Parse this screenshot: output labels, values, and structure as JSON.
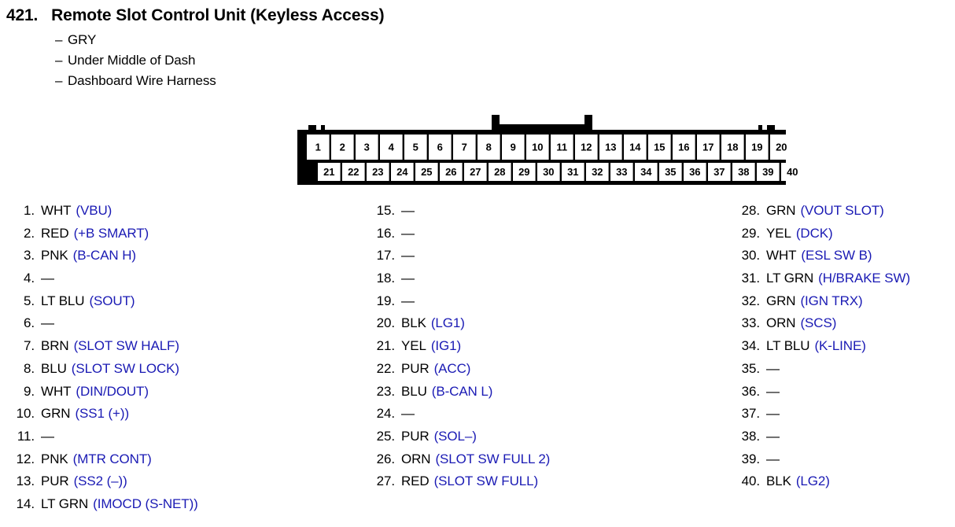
{
  "header": {
    "number": "421.",
    "title": "Remote Slot Control Unit (Keyless Access)",
    "details": [
      {
        "dash": "–",
        "text": "GRY"
      },
      {
        "dash": "–",
        "text": "Under Middle of Dash"
      },
      {
        "dash": "–",
        "text": "Dashboard Wire Harness"
      }
    ]
  },
  "colors": {
    "signal_blue": "#1a1ab4",
    "text_black": "#000000",
    "connector_outline": "#000000",
    "page_background": "#ffffff"
  },
  "connector": {
    "name": "40-pin-connector",
    "total_pins": 40,
    "top_row_pins": [
      "1",
      "2",
      "3",
      "4",
      "5",
      "6",
      "7",
      "8",
      "9",
      "10",
      "11",
      "12",
      "13",
      "14",
      "15",
      "16",
      "17",
      "18",
      "19",
      "20"
    ],
    "bottom_row_pins": [
      "21",
      "22",
      "23",
      "24",
      "25",
      "26",
      "27",
      "28",
      "29",
      "30",
      "31",
      "32",
      "33",
      "34",
      "35",
      "36",
      "37",
      "38",
      "39",
      "40"
    ],
    "latch_label": "locking-tab",
    "latch_span_pins": "9-12"
  },
  "pin_list": {
    "column_1": [
      {
        "index": "1.",
        "wire": "WHT",
        "signal": "(VBU)"
      },
      {
        "index": "2.",
        "wire": "RED",
        "signal": "(+B SMART)"
      },
      {
        "index": "3.",
        "wire": "PNK",
        "signal": "(B-CAN H)"
      },
      {
        "index": "4.",
        "wire": "—",
        "signal": ""
      },
      {
        "index": "5.",
        "wire": "LT BLU",
        "signal": "(SOUT)"
      },
      {
        "index": "6.",
        "wire": "—",
        "signal": ""
      },
      {
        "index": "7.",
        "wire": "BRN",
        "signal": "(SLOT SW HALF)"
      },
      {
        "index": "8.",
        "wire": "BLU",
        "signal": "(SLOT SW LOCK)"
      },
      {
        "index": "9.",
        "wire": "WHT",
        "signal": "(DIN/DOUT)"
      },
      {
        "index": "10.",
        "wire": "GRN",
        "signal": "(SS1 (+))"
      },
      {
        "index": "11.",
        "wire": "—",
        "signal": ""
      },
      {
        "index": "12.",
        "wire": "PNK",
        "signal": "(MTR CONT)"
      },
      {
        "index": "13.",
        "wire": "PUR",
        "signal": "(SS2 (–))"
      },
      {
        "index": "14.",
        "wire": "LT GRN",
        "signal": "(IMOCD (S-NET))"
      }
    ],
    "column_2": [
      {
        "index": "15.",
        "wire": "—",
        "signal": ""
      },
      {
        "index": "16.",
        "wire": "—",
        "signal": ""
      },
      {
        "index": "17.",
        "wire": "—",
        "signal": ""
      },
      {
        "index": "18.",
        "wire": "—",
        "signal": ""
      },
      {
        "index": "19.",
        "wire": "—",
        "signal": ""
      },
      {
        "index": "20.",
        "wire": "BLK",
        "signal": "(LG1)"
      },
      {
        "index": "21.",
        "wire": "YEL",
        "signal": "(IG1)"
      },
      {
        "index": "22.",
        "wire": "PUR",
        "signal": "(ACC)"
      },
      {
        "index": "23.",
        "wire": "BLU",
        "signal": "(B-CAN L)"
      },
      {
        "index": "24.",
        "wire": "—",
        "signal": ""
      },
      {
        "index": "25.",
        "wire": "PUR",
        "signal": "(SOL–)"
      },
      {
        "index": "26.",
        "wire": "ORN",
        "signal": "(SLOT SW FULL 2)"
      },
      {
        "index": "27.",
        "wire": "RED",
        "signal": "(SLOT SW FULL)"
      }
    ],
    "column_3": [
      {
        "index": "28.",
        "wire": "GRN",
        "signal": "(VOUT SLOT)"
      },
      {
        "index": "29.",
        "wire": "YEL",
        "signal": "(DCK)"
      },
      {
        "index": "30.",
        "wire": "WHT",
        "signal": "(ESL SW B)"
      },
      {
        "index": "31.",
        "wire": "LT GRN",
        "signal": "(H/BRAKE SW)"
      },
      {
        "index": "32.",
        "wire": "GRN",
        "signal": "(IGN TRX)"
      },
      {
        "index": "33.",
        "wire": "ORN",
        "signal": "(SCS)"
      },
      {
        "index": "34.",
        "wire": "LT BLU",
        "signal": "(K-LINE)"
      },
      {
        "index": "35.",
        "wire": "—",
        "signal": ""
      },
      {
        "index": "36.",
        "wire": "—",
        "signal": ""
      },
      {
        "index": "37.",
        "wire": "—",
        "signal": ""
      },
      {
        "index": "38.",
        "wire": "—",
        "signal": ""
      },
      {
        "index": "39.",
        "wire": "—",
        "signal": ""
      },
      {
        "index": "40.",
        "wire": "BLK",
        "signal": "(LG2)"
      }
    ]
  }
}
